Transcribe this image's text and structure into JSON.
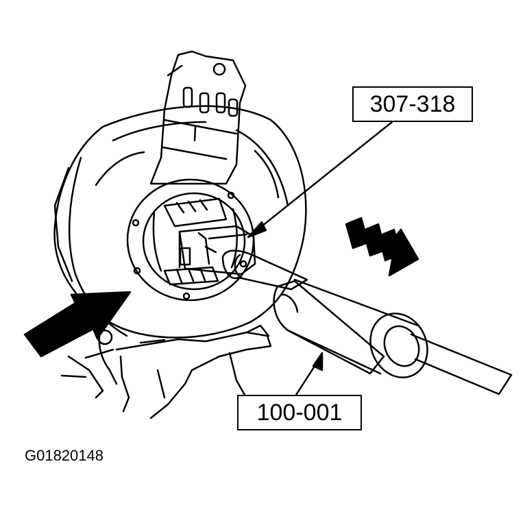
{
  "callouts": {
    "tool_1": "307-318",
    "tool_2": "100-001"
  },
  "figure_id": "G01820148",
  "colors": {
    "line": "#000000",
    "background": "#ffffff"
  }
}
